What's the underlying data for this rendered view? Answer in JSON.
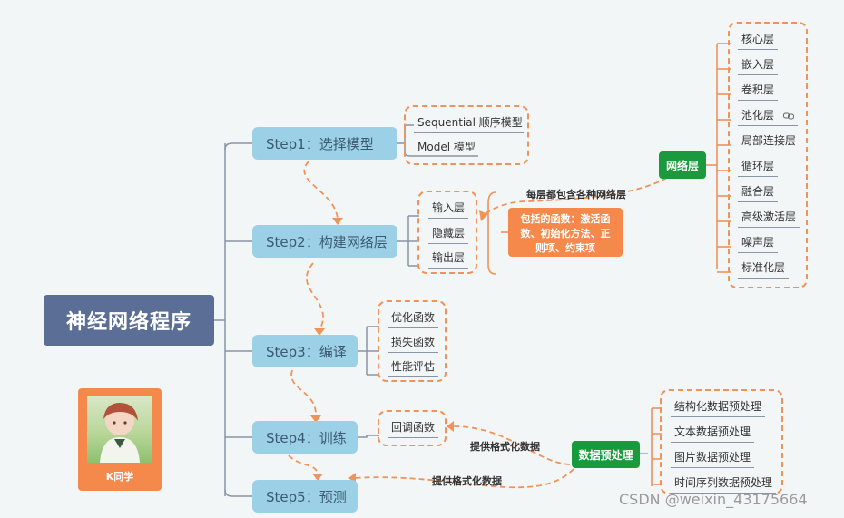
{
  "root": "神经网络程序",
  "steps": [
    "Step1：选择模型",
    "Step2：构建网络层",
    "Step3：编译",
    "Step4：训练",
    "Step5：预测"
  ],
  "step1_children": [
    "Sequential 顺序模型",
    "Model 模型"
  ],
  "step2_children": [
    "输入层",
    "隐藏层",
    "输出层"
  ],
  "step3_children": [
    "优化函数",
    "损失函数",
    "性能评估"
  ],
  "step4_children": [
    "回调函数"
  ],
  "network_layer": {
    "label": "网络层",
    "note": "每层都包含各种网络层",
    "items": [
      "核心层",
      "嵌入层",
      "卷积层",
      "池化层",
      "局部连接层",
      "循环层",
      "融合层",
      "高级激活层",
      "噪声层",
      "标准化层"
    ]
  },
  "functions_box": {
    "line1": "包括的函数：激活函",
    "line2": "数、初始化方法、正",
    "line3": "则项、约束项"
  },
  "data_preprocessing": {
    "label": "数据预处理",
    "note_train": "提供格式化数据",
    "note_predict": "提供格式化数据",
    "items": [
      "结构化数据预处理",
      "文本数据预处理",
      "图片数据预处理",
      "时间序列数据预处理"
    ]
  },
  "avatar": {
    "name": "K同学"
  },
  "watermark": "CSDN @weixin_43175664",
  "colors": {
    "root": "#5b6f96",
    "step": "#9cd0e6",
    "green": "#1a9a3c",
    "orange": "#f5894c",
    "dash": "#f0935a"
  }
}
